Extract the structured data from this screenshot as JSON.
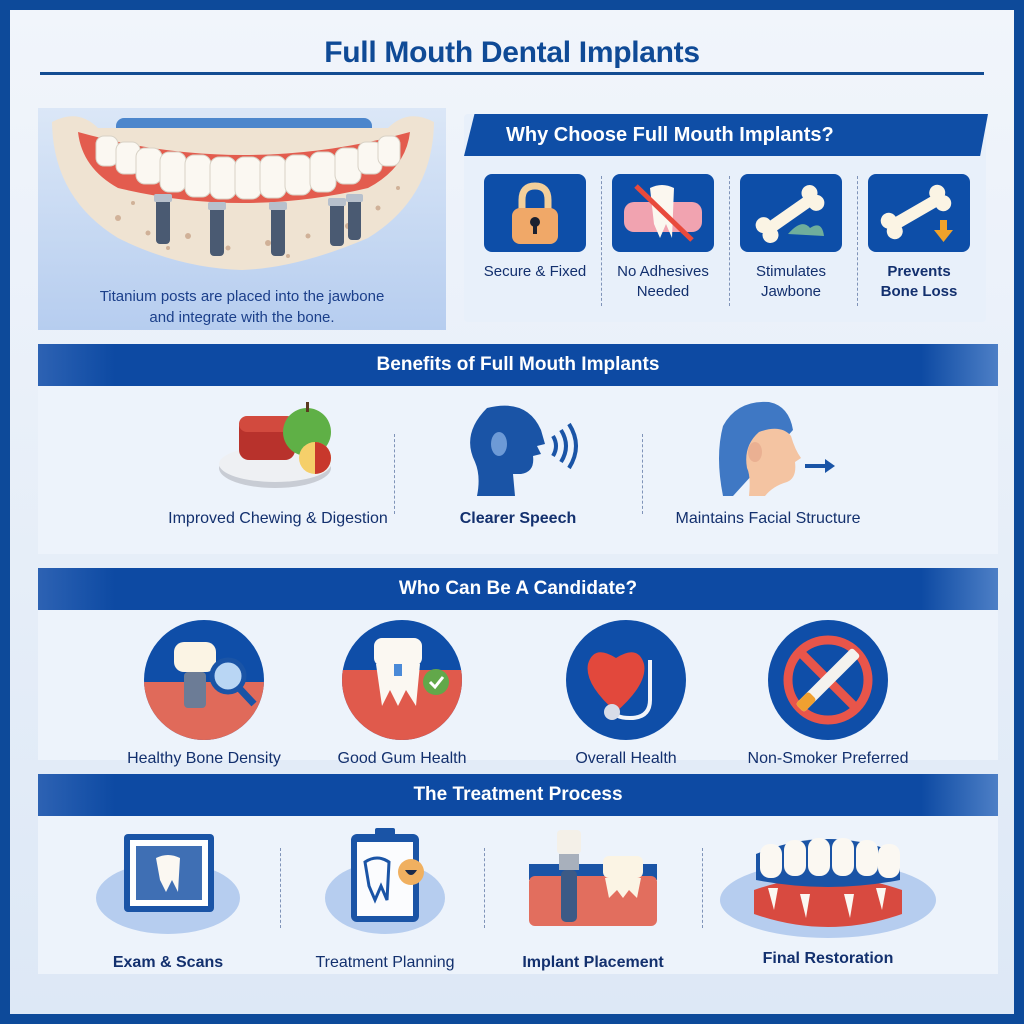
{
  "title": "Full Mouth Dental Implants",
  "hero": {
    "caption_line1": "Titanium posts are placed into the jawbone",
    "caption_line2": "and integrate with the bone."
  },
  "why_choose": {
    "heading": "Why Choose Full Mouth Implants?",
    "items": [
      {
        "label": "Secure & Fixed",
        "icon": "padlock-icon"
      },
      {
        "label_line1": "No Adhesives",
        "label_line2": "Needed",
        "icon": "no-adhesive-denture-icon"
      },
      {
        "label_line1": "Stimulates",
        "label_line2": "Jawbone",
        "icon": "bone-stimulation-icon"
      },
      {
        "label_line1": "Prevents",
        "label_line2": "Bone Loss",
        "icon": "bone-loss-arrow-icon"
      }
    ]
  },
  "benefits": {
    "heading": "Benefits of  Full Mouth Implants",
    "items": [
      {
        "label": "Improved Chewing & Digestion",
        "icon": "food-plate-icon"
      },
      {
        "label": "Clearer Speech",
        "icon": "speaking-head-icon"
      },
      {
        "label": "Maintains Facial Structure",
        "icon": "face-profile-icon"
      }
    ]
  },
  "candidate": {
    "heading": "Who Can Be A Candidate?",
    "items": [
      {
        "label": "Healthy Bone Density",
        "icon": "implant-magnifier-icon"
      },
      {
        "label": "Good Gum Health",
        "icon": "tooth-checkmark-icon"
      },
      {
        "label": "Overall Health",
        "icon": "heart-stethoscope-icon"
      },
      {
        "label": "Non-Smoker Preferred",
        "icon": "no-smoking-icon"
      }
    ]
  },
  "process": {
    "heading": "The Treatment Process",
    "items": [
      {
        "label": "Exam & Scans",
        "icon": "xray-scan-icon"
      },
      {
        "label": "Treatment Planning",
        "icon": "clipboard-tooth-icon"
      },
      {
        "label": "Implant Placement",
        "icon": "implant-post-icon"
      },
      {
        "label": "Final Restoration",
        "icon": "denture-arch-icon"
      }
    ]
  },
  "colors": {
    "brand_blue": "#0f4ea6",
    "title_blue": "#0f4a96",
    "text_navy": "#13306e",
    "gum_red": "#e0584c",
    "accent_orange": "#f0a030"
  }
}
